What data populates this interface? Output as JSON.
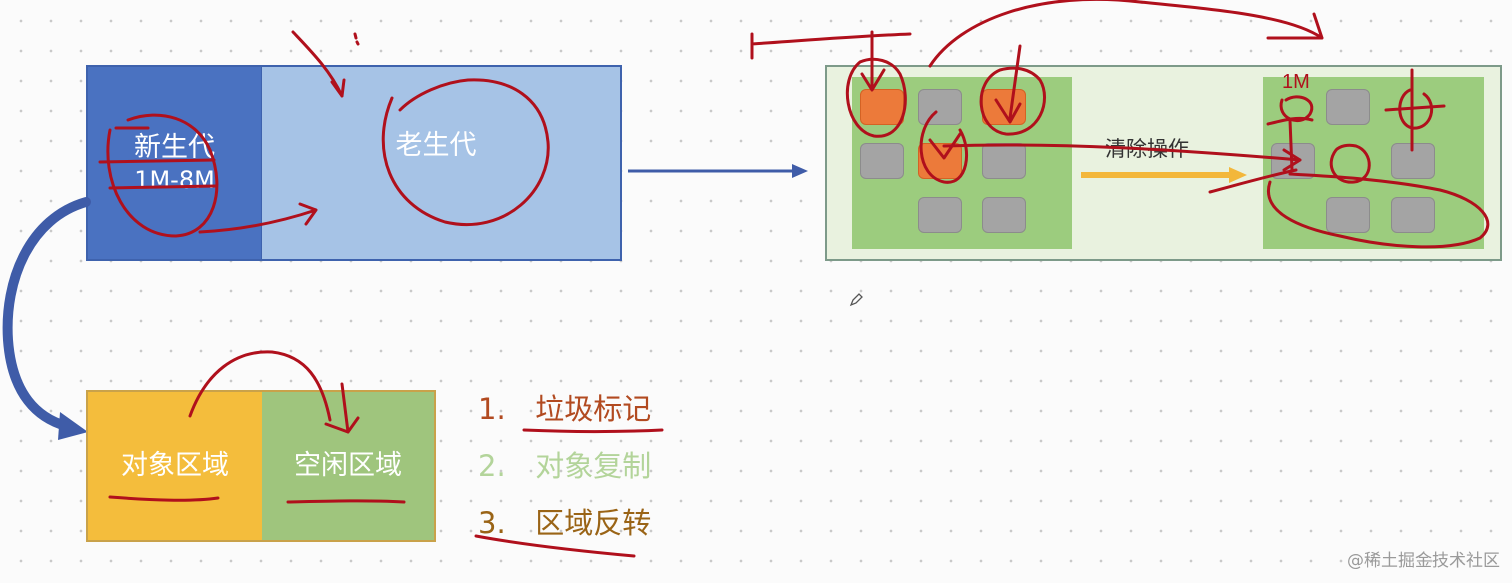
{
  "heap": {
    "young_label": "新生代",
    "young_size": "1M-8M",
    "old_label": "老生代"
  },
  "gc": {
    "clear_label": "清除操作",
    "annotation_mark": "1M"
  },
  "semispace": {
    "from_label": "对象区域",
    "to_label": "空闲区域"
  },
  "steps": [
    {
      "number": "1.",
      "text": "垃圾标记"
    },
    {
      "number": "2.",
      "text": "对象复制"
    },
    {
      "number": "3.",
      "text": "区域反转"
    }
  ],
  "watermark": "@稀土掘金技术社区",
  "colors": {
    "young": "#4a72c1",
    "old": "#a6c3e6",
    "from_space": "#f4bd3c",
    "to_space": "#9fc57d",
    "live_object": "#ec7a3a",
    "dead_object": "#a4a4a4",
    "gc_area": "#9ccc7e",
    "arrow": "#3f5ca8",
    "clear_arrow": "#f3b73a",
    "ink": "#b0101c"
  }
}
